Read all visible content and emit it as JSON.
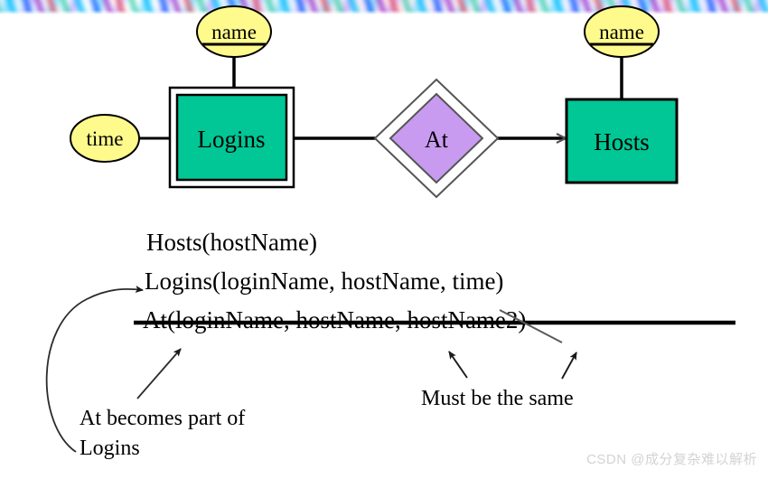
{
  "diagram": {
    "title_region": "ER diagram with weak entity set and supporting relationship",
    "entities": [
      {
        "name": "Logins",
        "label": "Logins",
        "kind": "weak-entity",
        "fill": "#00C795",
        "stroke": "#000000"
      },
      {
        "name": "Hosts",
        "label": "Hosts",
        "kind": "entity",
        "fill": "#00C795",
        "stroke": "#000000"
      }
    ],
    "relationships": [
      {
        "name": "At",
        "label": "At",
        "kind": "supporting-relationship",
        "fill": "#C89BF0",
        "stroke": "#444444"
      }
    ],
    "attributes": [
      {
        "name": "logins-name",
        "label": "name",
        "key": true,
        "fill": "#FFFA8C",
        "owner": "Logins"
      },
      {
        "name": "logins-time",
        "label": "time",
        "key": false,
        "fill": "#FFFA8C",
        "owner": "Logins"
      },
      {
        "name": "hosts-name",
        "label": "name",
        "key": true,
        "fill": "#FFFA8C",
        "owner": "Hosts"
      }
    ],
    "edges": [
      {
        "name": "logins-to-at",
        "from": "Logins",
        "to": "At",
        "arrow": false
      },
      {
        "name": "at-to-hosts",
        "from": "At",
        "to": "Hosts",
        "arrow": true,
        "arrow_style": "open-rounded"
      }
    ]
  },
  "schema": {
    "lines": [
      {
        "name": "hosts-relation",
        "text": "Hosts(hostName)",
        "struck": false
      },
      {
        "name": "logins-relation",
        "text": "Logins(loginName, hostName, time)",
        "struck": false
      },
      {
        "name": "at-relation",
        "text": "At(loginName, hostName, hostName2)",
        "struck": true
      }
    ]
  },
  "annotations": [
    {
      "name": "at-becomes-part-of-logins",
      "lines": [
        "At becomes part of",
        "Logins"
      ],
      "arrows": [
        "curved-arrow-to-logins-relation",
        "straight-arrow-to-at-relation"
      ]
    },
    {
      "name": "must-be-the-same",
      "lines": [
        "Must be the same"
      ],
      "arrows": [
        "arrow-to-hostname",
        "arrow-to-hostname2"
      ]
    }
  ],
  "watermark": {
    "text": "CSDN @成分复杂难以解析",
    "color": "#d3d3d3"
  },
  "colors": {
    "entity_fill": "#00C795",
    "relationship_fill": "#C89BF0",
    "attribute_fill": "#FFFA8C",
    "line": "#000000",
    "background": "#FFFFFF"
  }
}
